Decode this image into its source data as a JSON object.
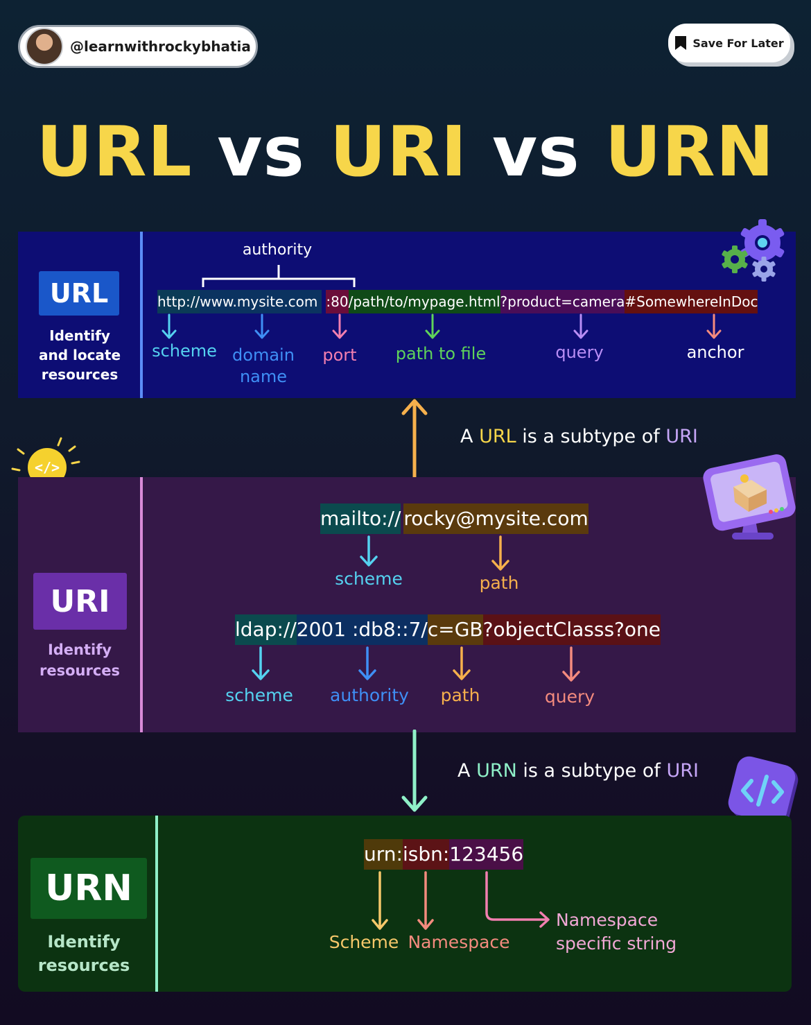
{
  "header": {
    "handle": "@learnwithrockybhatia",
    "save_label": "Save For Later"
  },
  "title": {
    "part1": "URL",
    "vs1": "vs",
    "part2": "URI",
    "vs2": "vs",
    "part3": "URN"
  },
  "url": {
    "badge": "URL",
    "description": [
      "Identify",
      "and locate",
      "resources"
    ],
    "authority_label": "authority",
    "segments": {
      "scheme": "http://",
      "domain": "www.mysite.com",
      "port": ":80",
      "path": "/path/to/mypage.html",
      "query": "?product=camera",
      "anchor": "#SomewhereInDoc"
    },
    "labels": {
      "scheme": "scheme",
      "domain_1": "domain",
      "domain_2": "name",
      "port": "port",
      "path": "path to file",
      "query": "query",
      "anchor": "anchor"
    }
  },
  "note_url": {
    "a": "A ",
    "term": "URL",
    "mid": " is a subtype of ",
    "uri": "URI"
  },
  "uri": {
    "badge": "URI",
    "description": [
      "Identify",
      "resources"
    ],
    "example1": {
      "scheme": "mailto://",
      "path": "rocky@mysite.com"
    },
    "example1_labels": {
      "scheme": "scheme",
      "path": "path"
    },
    "example2": {
      "scheme": "ldap://",
      "authority": "2001 :db8::7/",
      "path": "c=GB",
      "query": "?objectClasss?one"
    },
    "example2_labels": {
      "scheme": "scheme",
      "authority": "authority",
      "path": "path",
      "query": "query"
    }
  },
  "note_urn": {
    "a": "A ",
    "term": "URN",
    "mid": " is a subtype of ",
    "uri": "URI"
  },
  "urn": {
    "badge": "URN",
    "description": [
      "Identify",
      "resources"
    ],
    "example": {
      "scheme": "urn:",
      "namespace": "isbn:",
      "nss": "123456"
    },
    "labels": {
      "scheme": "Scheme",
      "namespace": "Namespace",
      "nss_1": "Namespace",
      "nss_2": "specific string"
    }
  },
  "colors": {
    "yellow": "#f7d64a",
    "cyan": "#55d2f0",
    "blue": "#3f8ff5",
    "pink": "#f27fb0",
    "green": "#5fd35a",
    "purple": "#b98ef5",
    "salmon": "#f48b7e",
    "orange": "#f6b04c",
    "mint": "#8ff0c8",
    "lavender": "#c6a6f7"
  }
}
